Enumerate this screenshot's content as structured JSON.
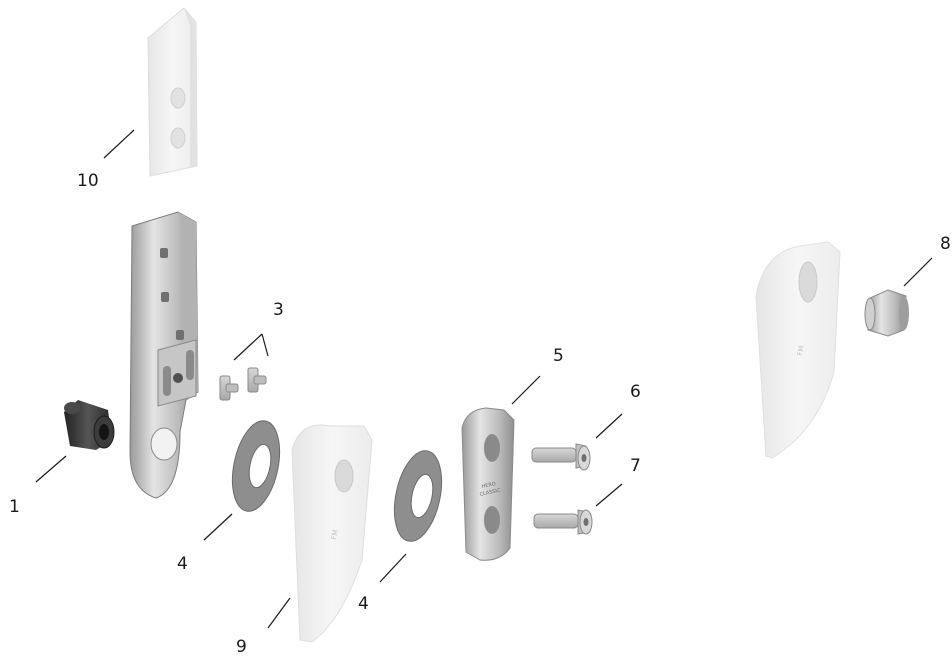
{
  "diagram": {
    "callouts": {
      "c1": "1",
      "c3": "3",
      "c4a": "4",
      "c4b": "4",
      "c5": "5",
      "c6": "6",
      "c7": "7",
      "c8": "8",
      "c9": "9",
      "c10": "10"
    },
    "engravings": {
      "plate_text_1": "HERO",
      "plate_text_2": "CLASSIC"
    },
    "colors": {
      "leader": "#1a1a1a",
      "metal": "#c9c9c9",
      "white_part": "#f1f1f1",
      "washer": "#8c8c8c",
      "bushing": "#3a3a3a"
    }
  }
}
